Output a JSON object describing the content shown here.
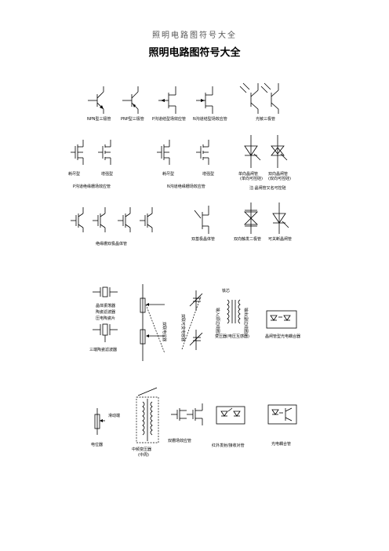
{
  "header": {
    "text": "照明电路图符号大全"
  },
  "title": "照明电路图符号大全",
  "labels": {
    "npn": "NPN型三极管",
    "pnp": "PNP型三极管",
    "pjfet": "P沟道结型场效应管",
    "njfet": "N沟道结型场效应管",
    "photo_transistor": "光敏三极管",
    "depletion": "耗尽型",
    "enhancement": "增强型",
    "depletion2": "耗尽型",
    "enhancement2": "增强型",
    "p_mosfet": "P沟道绝缘栅场效应管",
    "n_mosfet": "N沟道绝缘栅场效应管",
    "scr_uni": "单向晶闸管",
    "scr_uni_sub": "(单向可控硅)",
    "scr_bi": "双向晶闸管",
    "scr_bi_sub": "(双向可控硅)",
    "scr_note": "注:晶闸管又名可控硅",
    "igbt": "绝缘栅双极晶体管",
    "bi_transistor": "双基极晶体管",
    "trigger_diode": "双向触发二极管",
    "gto": "可关断晶闸管",
    "crystal": "晶体振荡器",
    "crystal_l2": "陶瓷滤波器",
    "crystal_l3": "压电陶瓷片",
    "ceramic_3": "三端陶瓷滤波器",
    "dual_pot": "双联电位器",
    "dual_pot2": "双联可变电容器",
    "coupled": "输入(原边线圈)",
    "coupled2": "输出(副边线圈)",
    "core": "铁芯",
    "transformer": "变压器(电压互感器)",
    "opto_scr": "晶闸管型光电耦合器",
    "pot": "电位器",
    "slider": "滑动端",
    "if_transformer": "中频变压器",
    "if_transformer_sub": "(中周)",
    "dual_gate": "双栅场效应管",
    "ir_pair": "红外发射/接收对管",
    "optocoupler": "光电耦合管"
  }
}
